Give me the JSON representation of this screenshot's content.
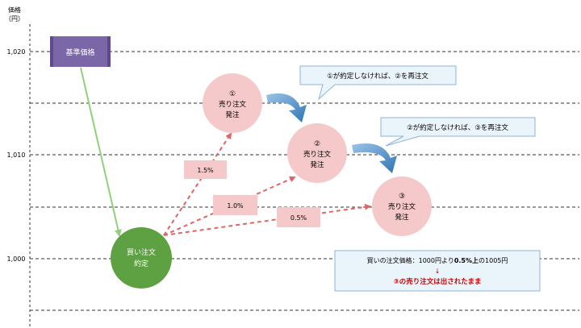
{
  "axis": {
    "title_line1": "価格",
    "title_line2": "（円）",
    "ticks": [
      "1,020",
      "1,010",
      "1,000"
    ]
  },
  "base_box": {
    "label": "基準価格"
  },
  "buy_node": {
    "line1": "買い注文",
    "line2": "約定"
  },
  "sell_nodes": [
    {
      "number": "①",
      "line1": "売り注文",
      "line2": "発注"
    },
    {
      "number": "②",
      "line1": "売り注文",
      "line2": "発注"
    },
    {
      "number": "③",
      "line1": "売り注文",
      "line2": "発注"
    }
  ],
  "percent_labels": [
    "1.5%",
    "1.0%",
    "0.5%"
  ],
  "callouts": [
    {
      "text": "①が約定しなければ、②を再注文"
    },
    {
      "text": "②が約定しなければ、③を再注文"
    }
  ],
  "info_box": {
    "line1_pre": "買いの注文価格：1000円より",
    "line1_bold": "0.5%上",
    "line1_post": "の1005円",
    "arrow": "↓",
    "line2": "③の売り注文は出されたまま"
  },
  "colors": {
    "base_box": "#7b66a8",
    "buy_node": "#5da142",
    "sell_node": "#f5c9c9",
    "dashed_arrow": "#e06666",
    "green_arrow": "#92cf7c",
    "blue_arrow": "#5b9bd5",
    "callout_fill": "#eaf4fb",
    "callout_stroke": "#8fb4d8",
    "highlight_red": "#cc0000"
  }
}
